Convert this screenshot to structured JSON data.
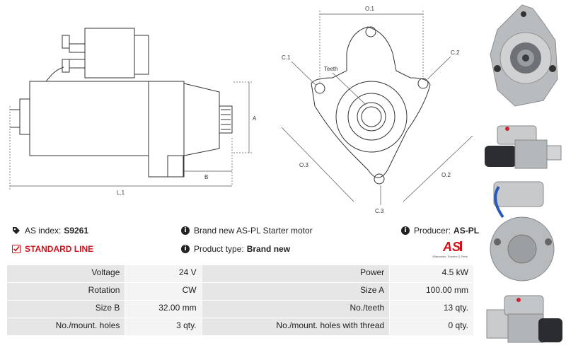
{
  "drawing": {
    "labels": {
      "o1": "O.1",
      "c1": "C.1",
      "c2": "C.2",
      "teeth": "Teeth",
      "o3": "O.3",
      "o2": "O.2",
      "c3": "C.3",
      "a": "A",
      "b": "B",
      "l1": "L.1"
    }
  },
  "info": {
    "as_index_label": "AS index:",
    "as_index_value": "S9261",
    "line": "STANDARD LINE",
    "description": "Brand new AS-PL Starter motor",
    "product_type_label": "Product type:",
    "product_type_value": "Brand new",
    "producer_label": "Producer:",
    "producer_value": "AS-PL"
  },
  "logo": {
    "mark": "AS",
    "tagline": "Alternators, Starters & Parts"
  },
  "specs": [
    {
      "k1": "Voltage",
      "v1": "24 V",
      "k2": "Power",
      "v2": "4.5 kW"
    },
    {
      "k1": "Rotation",
      "v1": "CW",
      "k2": "Size A",
      "v2": "100.00 mm"
    },
    {
      "k1": "Size B",
      "v1": "32.00 mm",
      "k2": "No./teeth",
      "v2": "13 qty."
    },
    {
      "k1": "No./mount. holes",
      "v1": "3 qty.",
      "k2": "No./mount. holes with thread",
      "v2": "0 qty."
    }
  ],
  "colors": {
    "accent": "#d1121a",
    "key_bg": "#e6e6e6",
    "val_bg": "#f4f4f4"
  }
}
